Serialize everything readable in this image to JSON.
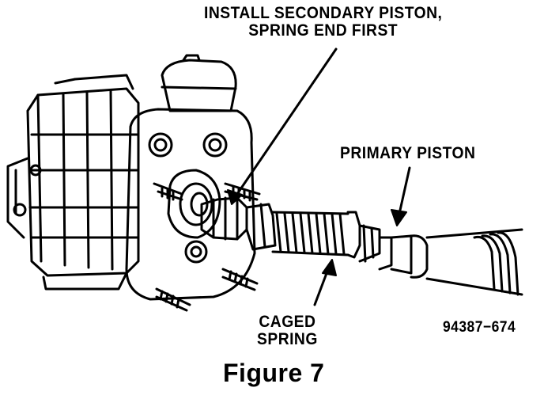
{
  "callouts": {
    "secondary_line1": "INSTALL SECONDARY PISTON,",
    "secondary_line2": "SPRING END FIRST",
    "primary": "PRIMARY PISTON",
    "caged_line1": "CAGED",
    "caged_line2": "SPRING"
  },
  "part_number": "94387−674",
  "figure_caption": "Figure 7"
}
